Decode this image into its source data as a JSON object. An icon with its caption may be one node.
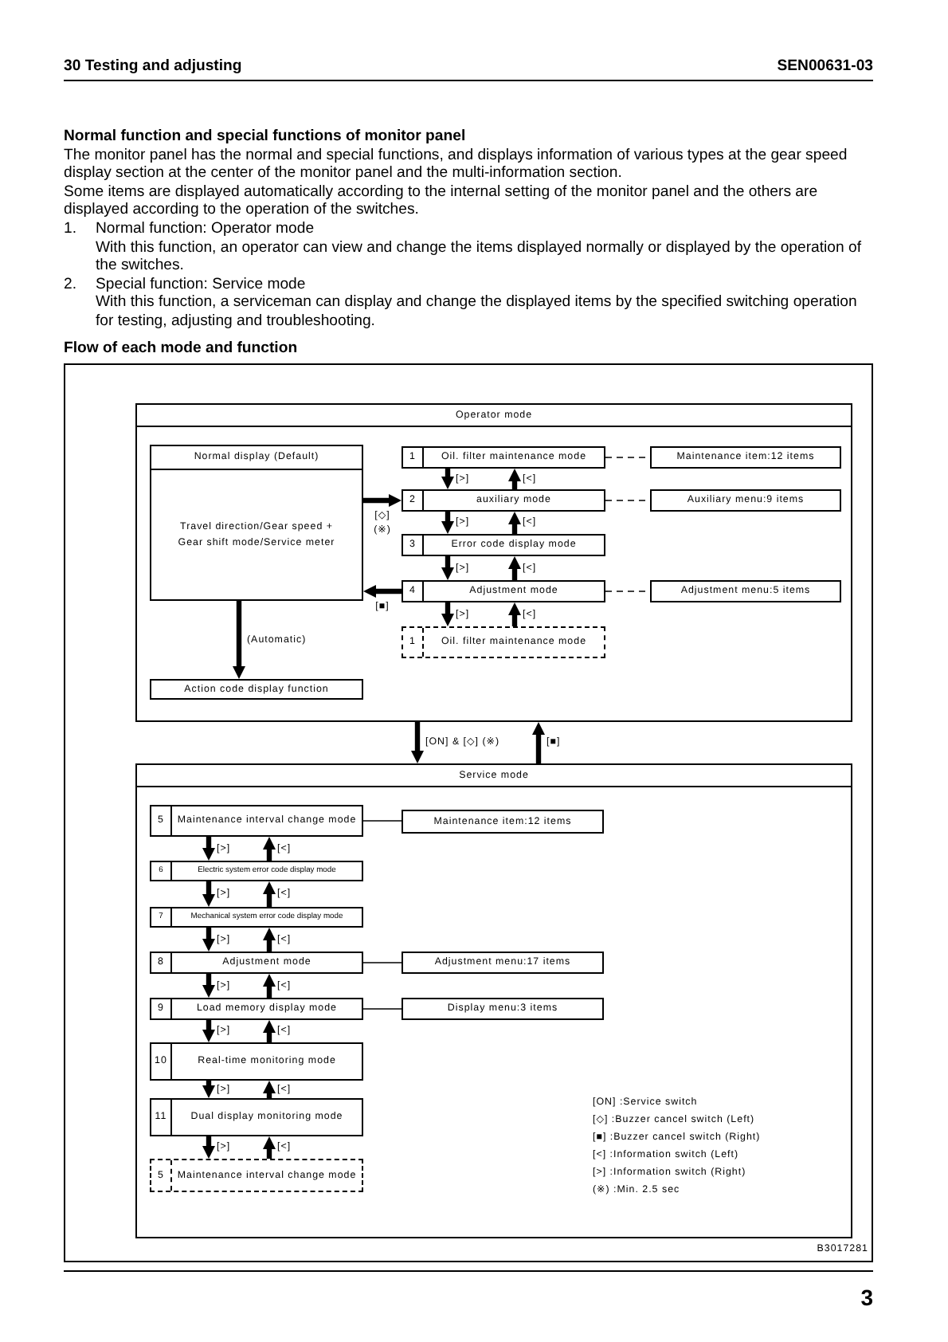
{
  "diagram": {
    "title": "Normal function and special functions of monitor panel",
    "nodes": [
      {
        "text": [
          "Operator mode"
        ]
      },
      {
        "text": [
          "Normal display (Default)",
          "Travel direction/Gear speed + Gear shift mode/Service meter"
        ],
        "in": 0
      },
      {
        "text": [
          "1",
          "Oil. filter maintenance mode"
        ],
        "in": 0
      },
      {
        "text": [
          "Maintenance item:12 items"
        ],
        "in": 0
      },
      {
        "text": [
          "2",
          "auxiliary mode"
        ],
        "in": 0
      },
      {
        "text": [
          "Auxiliary menu:9 items"
        ],
        "in": 0
      },
      {
        "text": [
          "3",
          "Error code display mode"
        ],
        "in": 0
      },
      {
        "text": [
          "4",
          "Adjustment mode"
        ],
        "in": 0
      },
      {
        "text": [
          "Adjustment menu:5 items"
        ],
        "in": 0
      },
      {
        "text": [
          "1",
          "Oil. filter maintenance mode"
        ],
        "in": 0
      },
      {
        "text": [
          "Action code display function"
        ],
        "in": 0
      },
      {
        "text": [
          "Service mode"
        ]
      },
      {
        "text": [
          "5",
          "Maintenance interval change mode"
        ],
        "in": 11
      },
      {
        "text": [
          "Maintenance item:12 items"
        ],
        "in": 11
      },
      {
        "text": [
          "6",
          "Electric system error code display mode"
        ],
        "in": 11
      },
      {
        "text": [
          "7",
          "Mechanical system error code display mode"
        ],
        "in": 11
      },
      {
        "text": [
          "8",
          "Adjustment mode"
        ],
        "in": 11
      },
      {
        "text": [
          "Adjustment menu:17 items"
        ],
        "in": 11
      },
      {
        "text": [
          "9",
          "Load memory display mode"
        ],
        "in": 11
      },
      {
        "text": [
          "Display menu:3 items"
        ],
        "in": 11
      },
      {
        "text": [
          "10",
          "Real-time monitoring mode"
        ],
        "in": 11
      },
      {
        "text": [
          "11",
          "Dual display monitoring mode"
        ],
        "in": 11
      },
      {
        "text": [
          "5",
          "Maintenance interval change mode"
        ],
        "in": 11
      }
    ],
    "edges": [
      {
        "from": 2,
        "to": 4,
        "arrow": "to",
        "label": "[>]"
      },
      {
        "from": 4,
        "to": 2,
        "arrow": "to",
        "label": "[<]"
      },
      {
        "from": 4,
        "to": 6,
        "arrow": "to",
        "label": "[>]"
      },
      {
        "from": 6,
        "to": 4,
        "arrow": "to",
        "label": "[<]"
      },
      {
        "from": 6,
        "to": 7,
        "arrow": "to",
        "label": "[>]"
      },
      {
        "from": 7,
        "to": 6,
        "arrow": "to",
        "label": "[<]"
      },
      {
        "from": 7,
        "to": 9,
        "arrow": "to",
        "label": "[>]"
      },
      {
        "from": 9,
        "to": 7,
        "arrow": "to",
        "label": "[<]"
      },
      {
        "from": 2,
        "to": 3,
        "arrow": "none",
        "style": "dashed"
      },
      {
        "from": 4,
        "to": 5,
        "arrow": "none",
        "style": "dashed"
      },
      {
        "from": 7,
        "to": 8,
        "arrow": "none",
        "style": "dashed"
      },
      {
        "from": 1,
        "to": 4,
        "arrow": "to",
        "label": "[◇] (※)"
      },
      {
        "from": 7,
        "to": 1,
        "arrow": "to",
        "label": "[■]"
      },
      {
        "from": 1,
        "to": 10,
        "arrow": "to",
        "label": "(Automatic)"
      },
      {
        "from": 0,
        "to": 11,
        "arrow": "to",
        "label": "[ON] & [◇] (※)"
      },
      {
        "from": 11,
        "to": 0,
        "arrow": "to",
        "label": "[■]"
      },
      {
        "from": 12,
        "to": 14,
        "arrow": "to",
        "label": "[>]"
      },
      {
        "from": 14,
        "to": 12,
        "arrow": "to",
        "label": "[<]"
      },
      {
        "from": 14,
        "to": 15,
        "arrow": "to",
        "label": "[>]"
      },
      {
        "from": 15,
        "to": 14,
        "arrow": "to",
        "label": "[<]"
      },
      {
        "from": 15,
        "to": 16,
        "arrow": "to",
        "label": "[>]"
      },
      {
        "from": 16,
        "to": 15,
        "arrow": "to",
        "label": "[<]"
      },
      {
        "from": 16,
        "to": 18,
        "arrow": "to",
        "label": "[>]"
      },
      {
        "from": 18,
        "to": 16,
        "arrow": "to",
        "label": "[<]"
      },
      {
        "from": 18,
        "to": 20,
        "arrow": "to",
        "label": "[>]"
      },
      {
        "from": 20,
        "to": 18,
        "arrow": "to",
        "label": "[<]"
      },
      {
        "from": 20,
        "to": 21,
        "arrow": "to",
        "label": "[>]"
      },
      {
        "from": 21,
        "to": 20,
        "arrow": "to",
        "label": "[<]"
      },
      {
        "from": 21,
        "to": 22,
        "arrow": "to",
        "label": "[>]"
      },
      {
        "from": 22,
        "to": 21,
        "arrow": "to",
        "label": "[<]"
      },
      {
        "from": 12,
        "to": 13,
        "arrow": "none"
      },
      {
        "from": 16,
        "to": 17,
        "arrow": "none"
      },
      {
        "from": 18,
        "to": 19,
        "arrow": "none"
      }
    ],
    "labels": [
      "30 Testing and adjusting",
      "SEN00631-03",
      "The monitor panel has the normal and special functions, and displays information of various types at the gear speed display section at the center of the monitor panel and the multi-information section.",
      "Some items are displayed automatically according to the internal setting of the monitor panel and the others are displayed according to the operation of the switches.",
      "1.",
      "Normal function: Operator mode",
      "With this function, an operator can view and change the items displayed normally or displayed by the operation of the switches.",
      "2.",
      "Special function: Service mode",
      "With this function, a serviceman can display and change the displayed items by the specified switching operation for testing, adjusting and troubleshooting.",
      "Flow of each mode and function",
      "[ON] :Service switch",
      "[◇] :Buzzer cancel switch (Left)",
      "[■] :Buzzer cancel switch (Right)",
      "[<] :Information switch (Left)",
      "[>] :Information switch (Right)",
      "(※) :Min. 2.5 sec",
      "B3017281",
      "3"
    ]
  }
}
